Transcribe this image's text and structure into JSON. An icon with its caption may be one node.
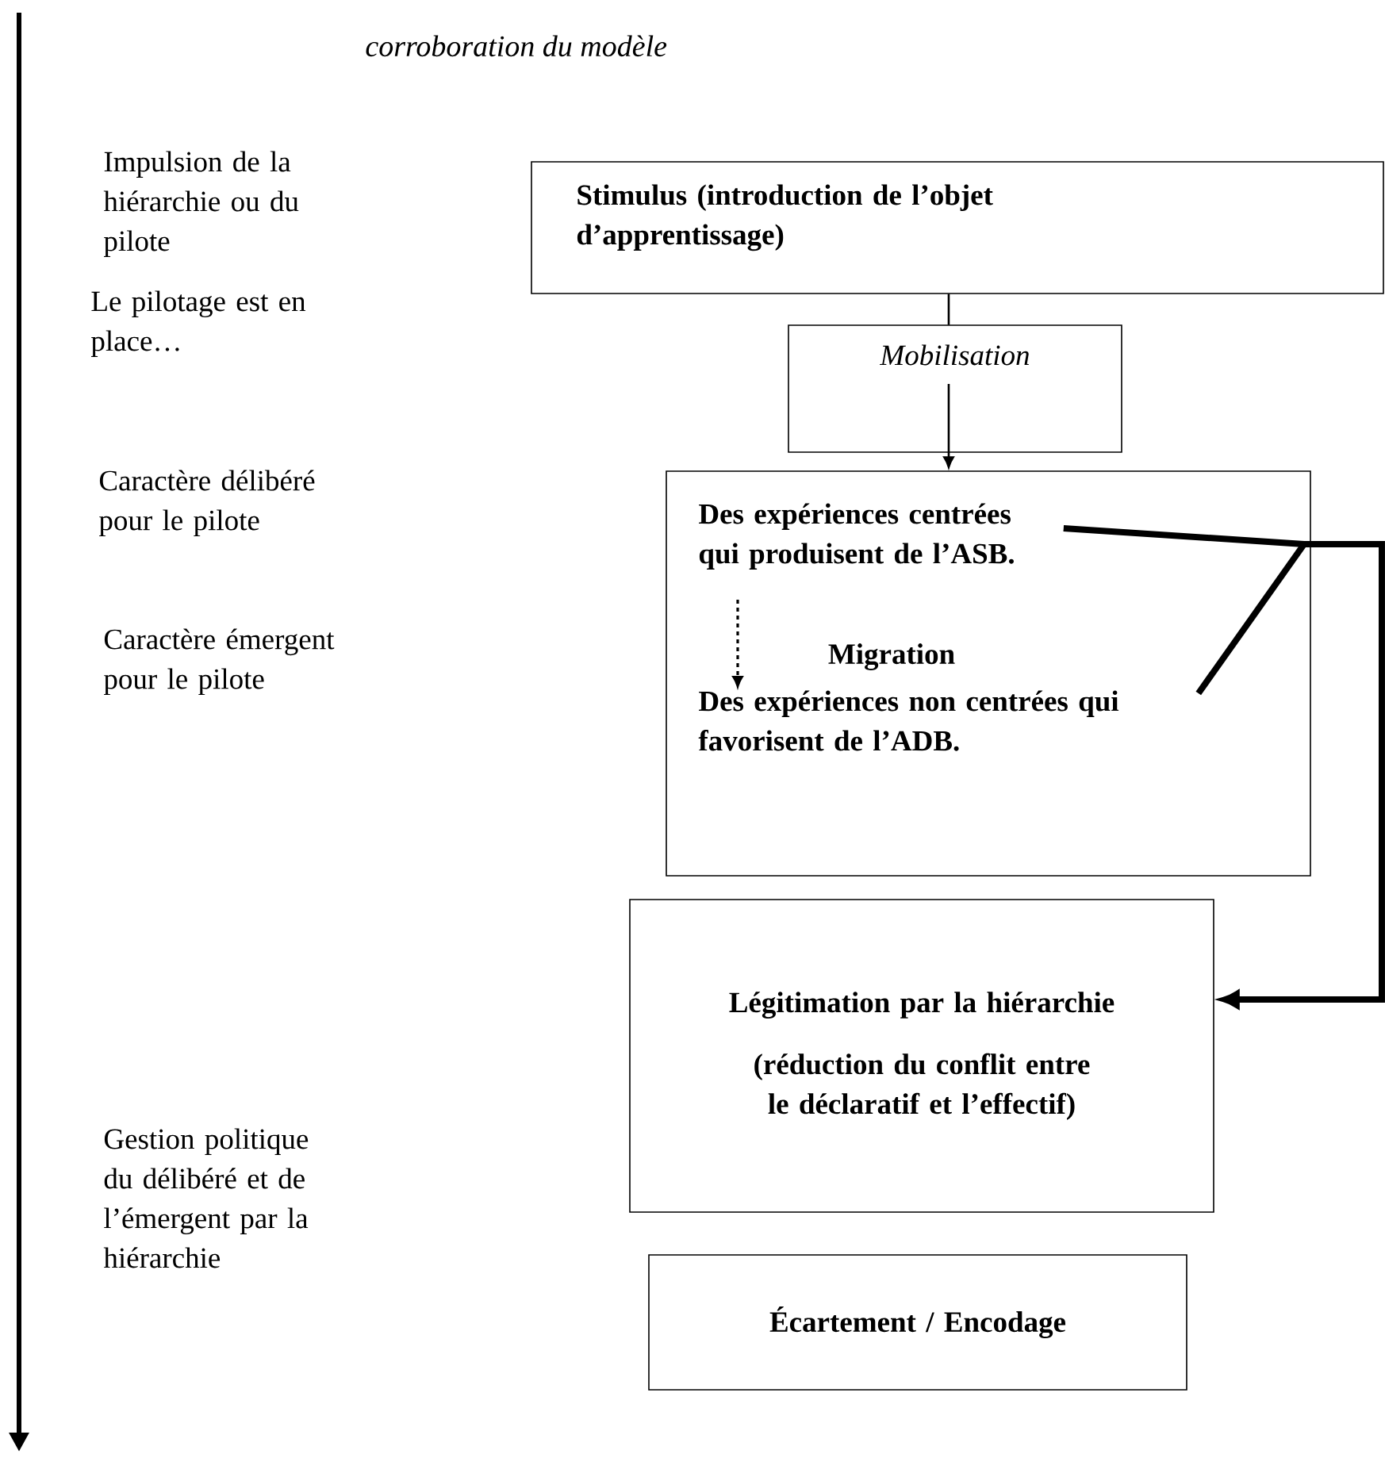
{
  "diagram": {
    "title": "corroboration du modèle",
    "nodes": [
      {
        "text": [
          "Stimulus (introduction de l’objet d’apprentissage)"
        ]
      },
      {
        "text": [
          "Mobilisation"
        ]
      },
      {
        "text": [],
        "shape": "box"
      },
      {
        "text": [
          "Des expériences centrées qui produisent de l’ASB."
        ],
        "in": 2
      },
      {
        "text": [
          "Des expériences non centrées qui favorisent de l’ADB."
        ],
        "in": 2
      },
      {
        "text": [
          "Légitimation par la hiérarchie",
          "(réduction du conflit entre le déclaratif et l’effectif)"
        ]
      },
      {
        "text": [
          "Écartement / Encodage"
        ]
      }
    ],
    "edges": [
      {
        "from": 0,
        "to": 1,
        "arrow": "none"
      },
      {
        "from": 1,
        "to": 2,
        "arrow": "to"
      },
      {
        "from": 3,
        "to": 4,
        "arrow": "to",
        "style": "dashed",
        "label": "Migration"
      },
      {
        "from": 3,
        "to": 5,
        "arrow": "to",
        "style": "thick"
      },
      {
        "from": 4,
        "to": 5,
        "arrow": "to",
        "style": "thick"
      }
    ],
    "labels": [
      "Impulsion de la hiérarchie ou du pilote",
      "Le pilotage est en place…",
      "Caractère délibéré pour le pilote",
      "Caractère émergent pour le pilote",
      "Gestion politique du délibéré et de l’émergent par la hiérarchie"
    ]
  }
}
